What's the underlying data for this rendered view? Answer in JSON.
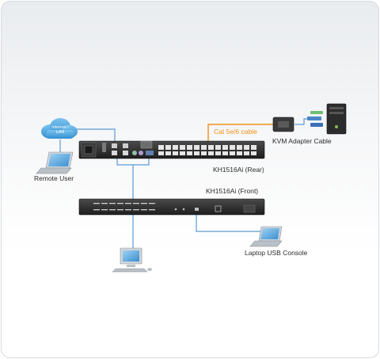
{
  "labels": {
    "cloud": "Internet / LAN",
    "remote_user": "Remote User",
    "cable": "Cat 5e/6 cable",
    "adapter": "KVM Adapter Cable",
    "rear": "KH1516Ai (Rear)",
    "front": "KH1516Ai (Front)",
    "laptop_console": "Laptop USB Console"
  },
  "colors": {
    "cable_orange": "#f29018",
    "cable_blue": "#5b9bd5",
    "device_dark": "#2b2b2b"
  }
}
